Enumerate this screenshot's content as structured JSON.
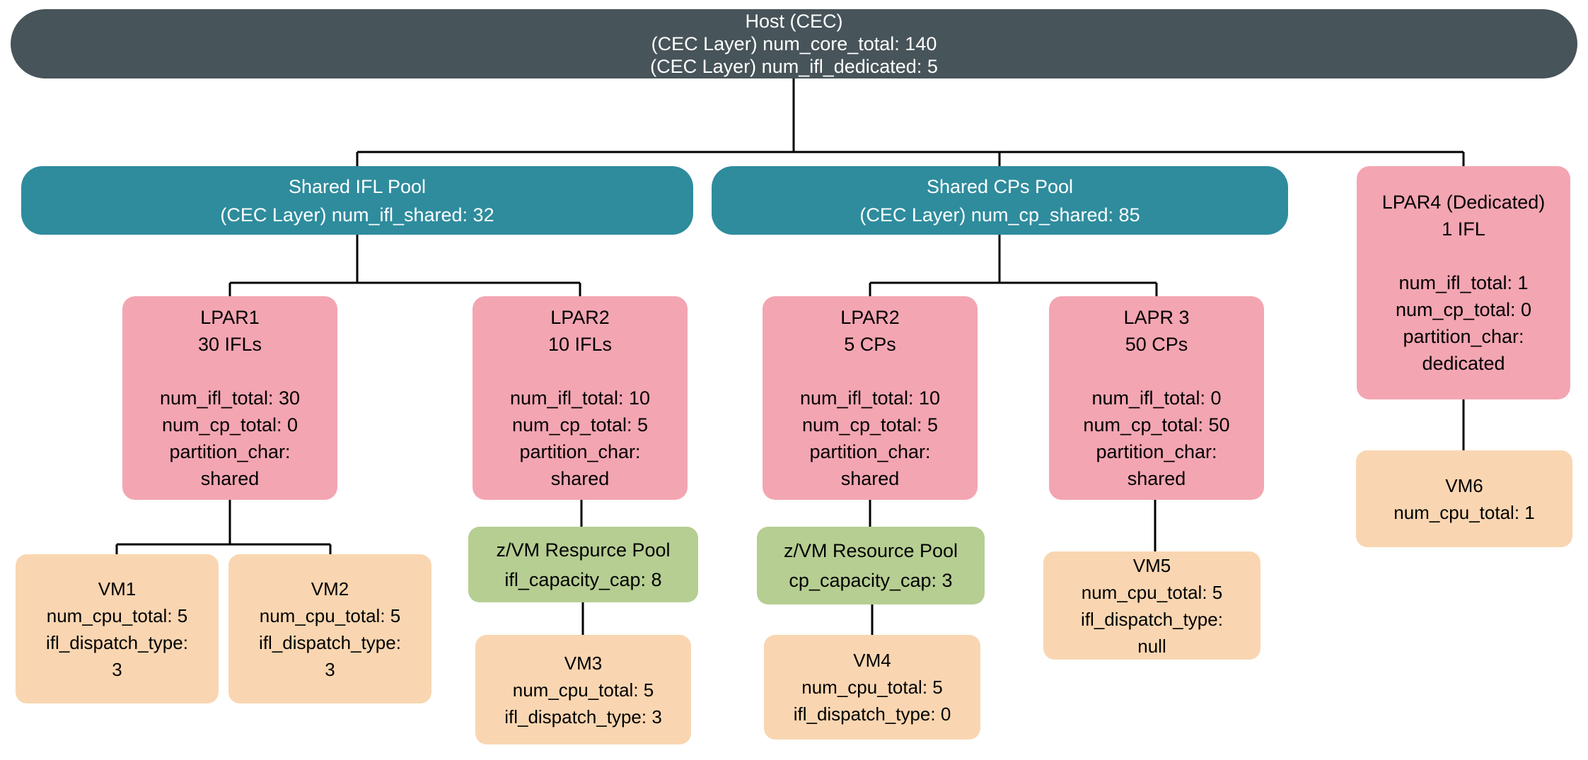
{
  "palette": {
    "host": "#475459",
    "pool": "#2E8C9D",
    "lpar": "#F3A5B2",
    "zvm_pool": "#B6CE92",
    "vm": "#F9D6B1",
    "line": "#000000",
    "text_light": "#FFFFFF",
    "text_dark": "#000000"
  },
  "diagram": {
    "type": "hierarchy-tree",
    "nodes": {
      "host": {
        "lines": [
          "Host (CEC)",
          "(CEC Layer) num_core_total: 140",
          "(CEC Layer) num_ifl_dedicated: 5"
        ]
      },
      "shared_ifl_pool": {
        "lines": [
          "Shared IFL Pool",
          "(CEC Layer) num_ifl_shared: 32"
        ]
      },
      "shared_cps_pool": {
        "lines": [
          "Shared CPs Pool",
          "(CEC Layer) num_cp_shared: 85"
        ]
      },
      "lpar4": {
        "lines": [
          "LPAR4 (Dedicated)",
          "1 IFL",
          "",
          "num_ifl_total: 1",
          "num_cp_total: 0",
          "partition_char:",
          "dedicated"
        ]
      },
      "lpar1": {
        "lines": [
          "LPAR1",
          "30 IFLs",
          "",
          "num_ifl_total: 30",
          "num_cp_total: 0",
          "partition_char:",
          "shared"
        ]
      },
      "lpar2_ifl": {
        "lines": [
          "LPAR2",
          "10 IFLs",
          "",
          "num_ifl_total: 10",
          "num_cp_total: 5",
          "partition_char:",
          "shared"
        ]
      },
      "lpar2_cp": {
        "lines": [
          "LPAR2",
          "5 CPs",
          "",
          "num_ifl_total: 10",
          "num_cp_total: 5",
          "partition_char:",
          "shared"
        ]
      },
      "lapr3": {
        "lines": [
          "LAPR 3",
          "50 CPs",
          "",
          "num_ifl_total: 0",
          "num_cp_total: 50",
          "partition_char:",
          "shared"
        ]
      },
      "vm1": {
        "lines": [
          "VM1",
          "num_cpu_total: 5",
          "ifl_dispatch_type:",
          "3"
        ]
      },
      "vm2": {
        "lines": [
          "VM2",
          "num_cpu_total: 5",
          "ifl_dispatch_type:",
          "3"
        ]
      },
      "zvm_pool_ifl": {
        "lines": [
          "z/VM Respurce Pool",
          "ifl_capacity_cap: 8"
        ]
      },
      "vm3": {
        "lines": [
          "VM3",
          "num_cpu_total: 5",
          "ifl_dispatch_type: 3"
        ]
      },
      "zvm_pool_cp": {
        "lines": [
          "z/VM Resource Pool",
          "cp_capacity_cap: 3"
        ]
      },
      "vm4": {
        "lines": [
          "VM4",
          "num_cpu_total: 5",
          "ifl_dispatch_type: 0"
        ]
      },
      "vm5": {
        "lines": [
          "VM5",
          "num_cpu_total: 5",
          "ifl_dispatch_type:",
          "null"
        ]
      },
      "vm6": {
        "lines": [
          "VM6",
          "num_cpu_total: 1"
        ]
      }
    }
  }
}
